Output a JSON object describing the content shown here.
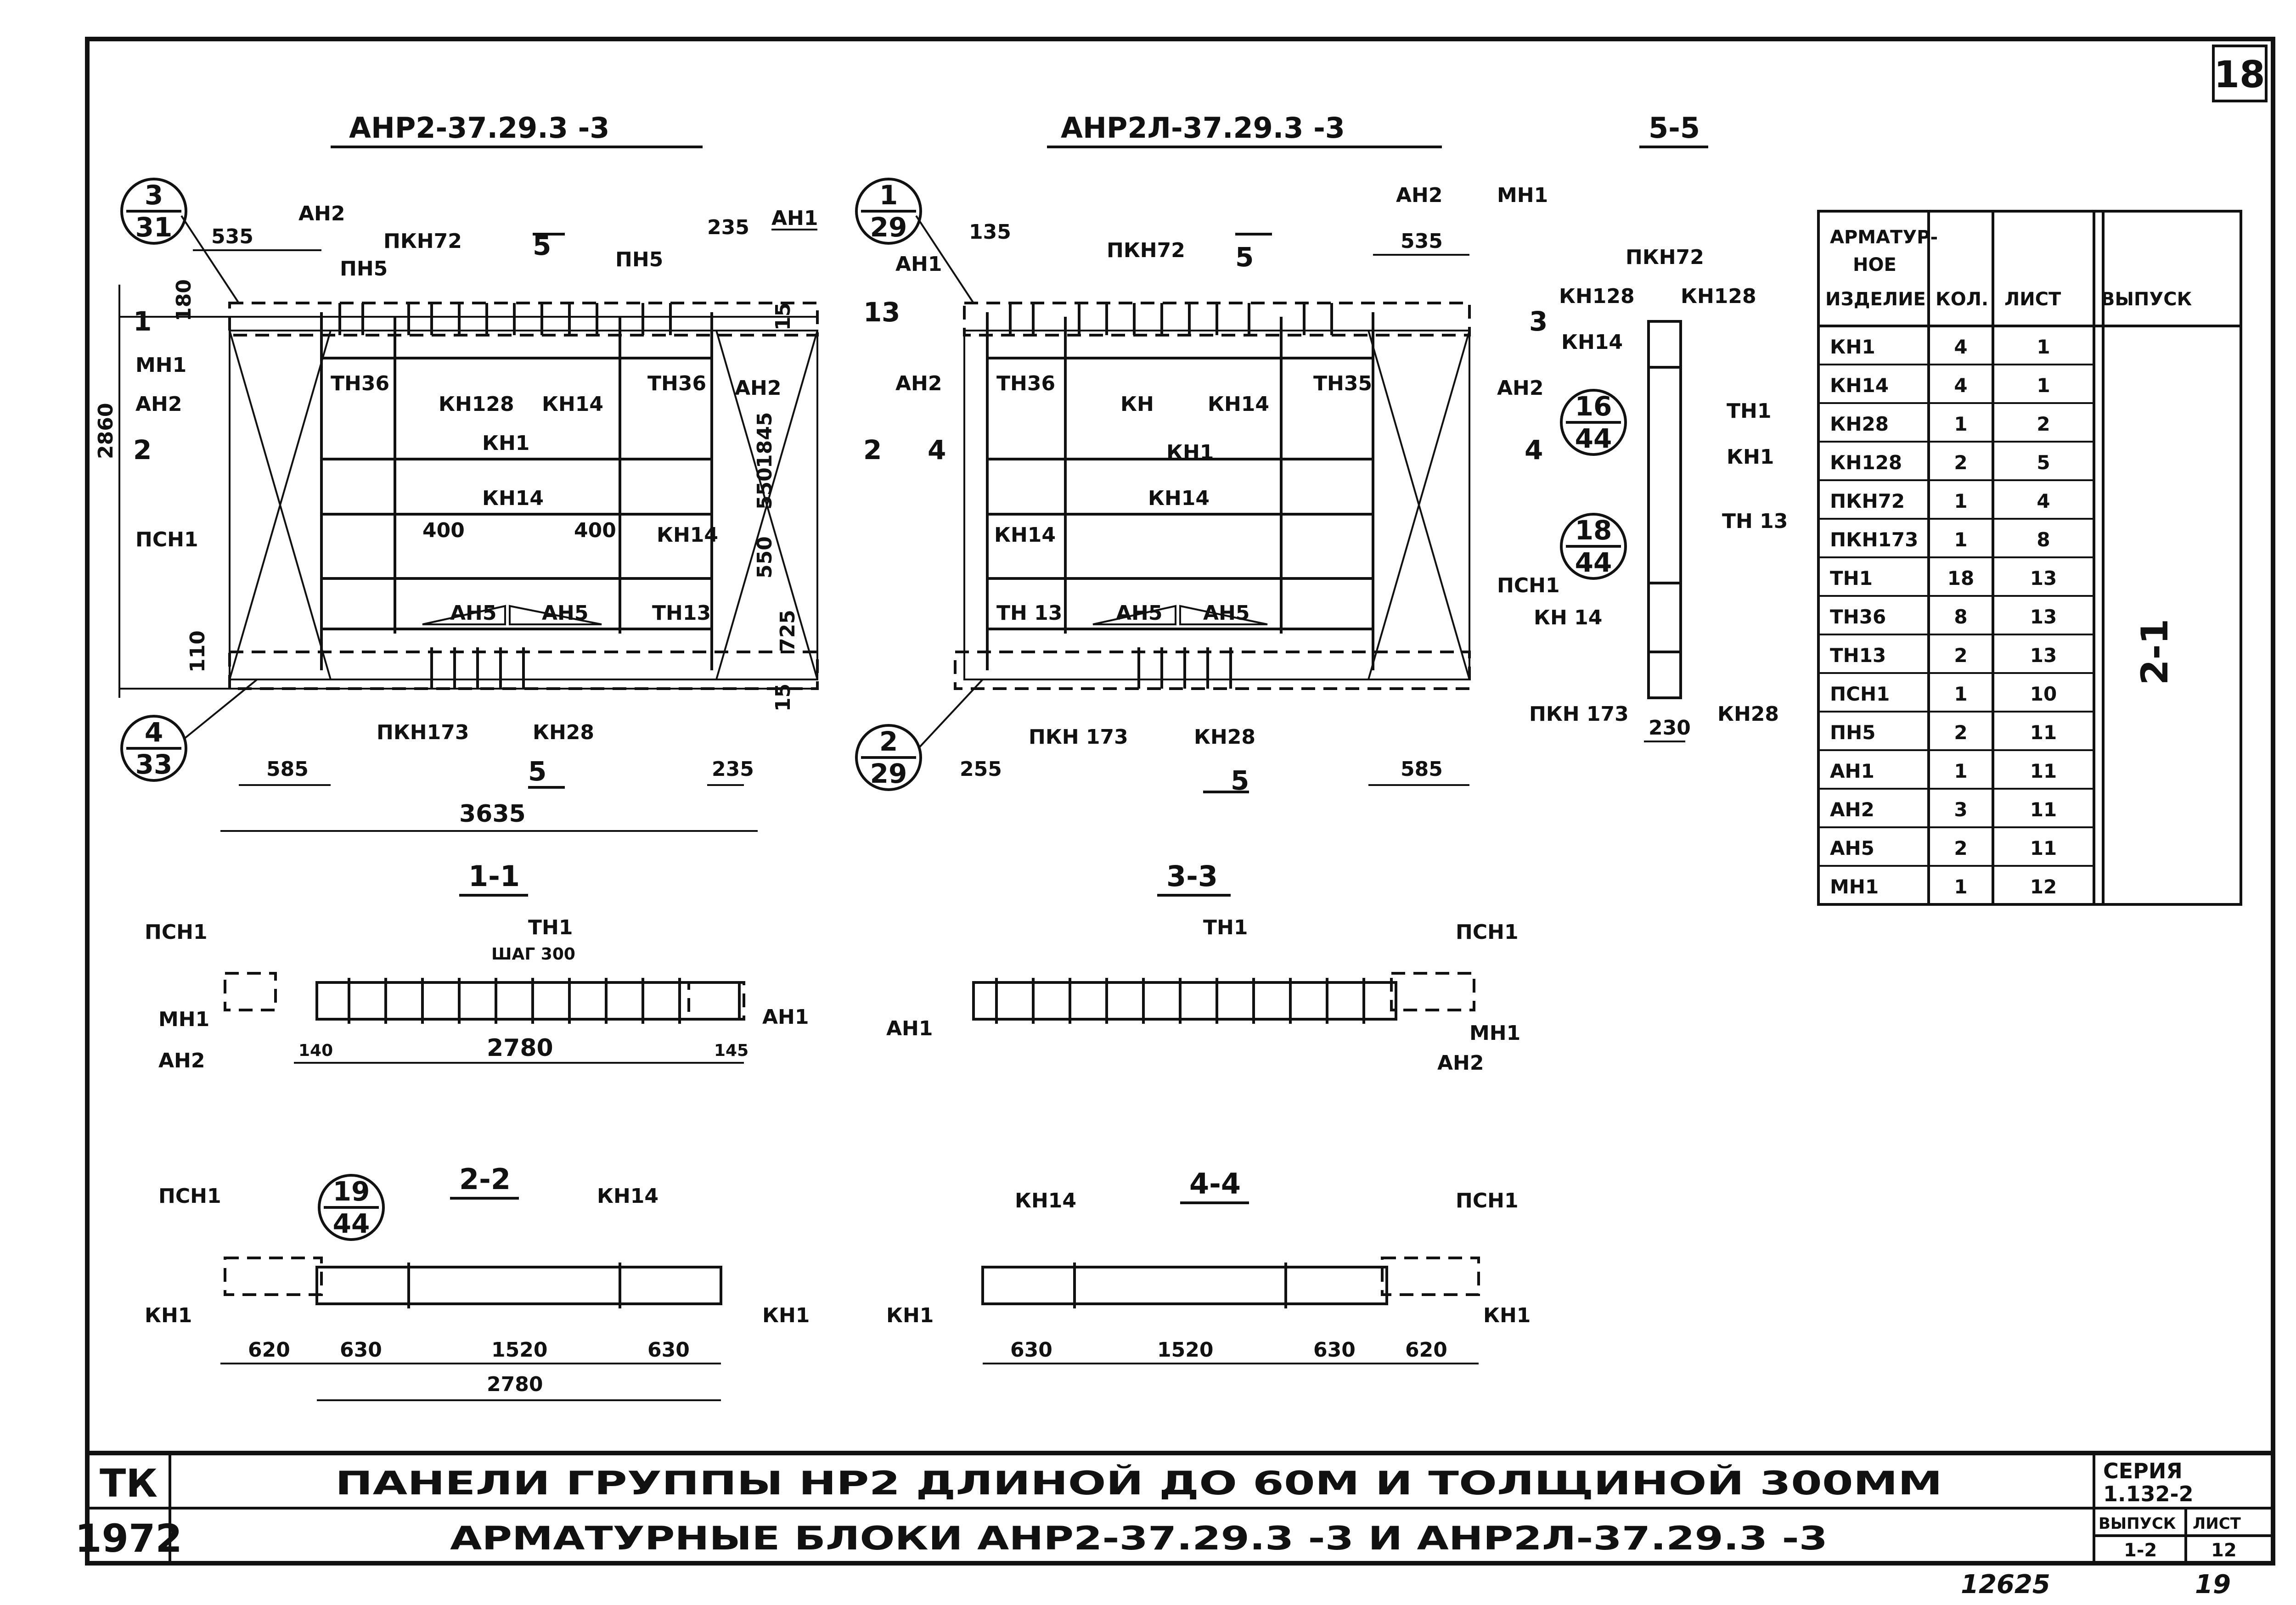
{
  "sheet_number": "18",
  "blocks": {
    "left_title": "АНР2-37.29.3 -3",
    "middle_title": "АНР2Л-37.29.3 -3",
    "section_55": "5-5"
  },
  "callouts": {
    "c1": {
      "top": "3",
      "bottom": "31"
    },
    "c2": {
      "top": "1",
      "bottom": "29"
    },
    "c3": {
      "top": "4",
      "bottom": "33"
    },
    "c4": {
      "top": "2",
      "bottom": "29"
    },
    "c5": {
      "top": "16",
      "bottom": "44"
    },
    "c6": {
      "top": "18",
      "bottom": "44"
    },
    "c7": {
      "top": "19",
      "bottom": "44"
    }
  },
  "left_labels": {
    "ah2_top": "АН2",
    "d535": "535",
    "pkh72": "ПКН72",
    "pn5a": "ПН5",
    "sec5": "5",
    "pn5b": "ПН5",
    "d235": "235",
    "ah1": "АН1",
    "d180": "180",
    "d15a": "15",
    "mh1": "МН1",
    "ah2_left": "АН2",
    "th36a": "ТН36",
    "kh128": "КН128",
    "kh14a": "КН14",
    "th36b": "ТН36",
    "ah2_right": "АН2",
    "kh1": "КН1",
    "d1845": "1845",
    "d550a": "550",
    "d2860": "2860",
    "kh14b": "КН14",
    "d400a": "400",
    "d400b": "400",
    "kh14c": "КН14",
    "d550b": "550",
    "pch1": "ПСН1",
    "ah5a": "АН5",
    "ah5b": "АН5",
    "th13": "ТН13",
    "d725": "725",
    "d110": "110",
    "pkh173": "ПКН173",
    "kh28": "КН28",
    "d15b": "15",
    "d585": "585",
    "d235b": "235",
    "d3635": "3635",
    "s1": "1",
    "s1r": "1",
    "s2": "2",
    "s2r": "2",
    "s5b": "5"
  },
  "middle_labels": {
    "d135": "135",
    "ah1": "АН1",
    "pkh72": "ПКН72",
    "sec5": "5",
    "ah2_top": "АН2",
    "mh1": "МН1",
    "d535": "535",
    "s3": "3",
    "s3r": "3",
    "ah2_left": "АН2",
    "th36a": "ТН36",
    "kh": "КН",
    "kh14a": "КН14",
    "th35": "ТН35",
    "ah2_right": "АН2",
    "s4": "4",
    "s4r": "4",
    "kh1": "КН1",
    "kh14b": "КН14",
    "kh14c": "КН14",
    "th13": "ТН 13",
    "ah5a": "АН5",
    "ah5b": "АН5",
    "pch1": "ПСН1",
    "pkh173": "ПКН 173",
    "kh28": "КН28",
    "d255": "255",
    "s5b": "5",
    "d585": "585"
  },
  "s55_labels": {
    "pkh72": "ПКН72",
    "kh128a": "КН128",
    "kh128b": "КН128",
    "kh14": "КН14",
    "th1a": "ТН1",
    "kh1": "КН1",
    "th13": "ТН 13",
    "kh14b": "КН 14",
    "pkh173": "ПКН 173",
    "kh28": "КН28",
    "d230": "230"
  },
  "sections": {
    "s11": {
      "title": "1-1",
      "pch1": "ПСН1",
      "th1": "ТН1",
      "step": "ШАГ 300",
      "mh1": "МН1",
      "ah2": "АН2",
      "ah1": "АН1",
      "d140": "140",
      "d2780": "2780",
      "d145": "145"
    },
    "s33": {
      "title": "3-3",
      "th1": "ТН1",
      "pch1": "ПСН1",
      "ah1": "АН1",
      "mh1": "МН1",
      "ah2": "АН2"
    },
    "s22": {
      "title": "2-2",
      "pch1": "ПСН1",
      "kh14": "КН14",
      "kh1a": "КН1",
      "kh1b": "КН1",
      "d620": "620",
      "d630a": "630",
      "d1520": "1520",
      "d630b": "630",
      "d2780": "2780"
    },
    "s44": {
      "title": "4-4",
      "kh14": "КН14",
      "pch1": "ПСН1",
      "kh1a": "КН1",
      "kh1b": "КН1",
      "d630a": "630",
      "d1520": "1520",
      "d630b": "630",
      "d620": "620"
    }
  },
  "spec_table": {
    "headers": [
      "АРМАТУР- НОЕ ИЗДЕЛИЕ",
      "КОЛ.",
      "ЛИСТ",
      "ВЫПУСК"
    ],
    "rows": [
      [
        "КН1",
        "4",
        "1"
      ],
      [
        "КН14",
        "4",
        "1"
      ],
      [
        "КН28",
        "1",
        "2"
      ],
      [
        "КН128",
        "2",
        "5"
      ],
      [
        "ПКН72",
        "1",
        "4"
      ],
      [
        "ПКН173",
        "1",
        "8"
      ],
      [
        "ТН1",
        "18",
        "13"
      ],
      [
        "ТН36",
        "8",
        "13"
      ],
      [
        "ТН13",
        "2",
        "13"
      ],
      [
        "ПСН1",
        "1",
        "10"
      ],
      [
        "ПН5",
        "2",
        "11"
      ],
      [
        "АН1",
        "1",
        "11"
      ],
      [
        "АН2",
        "3",
        "11"
      ],
      [
        "АН5",
        "2",
        "11"
      ],
      [
        "МН1",
        "1",
        "12"
      ]
    ],
    "issue": "2-1"
  },
  "title_block": {
    "org": "ТК",
    "year": "1972",
    "line1": "ПАНЕЛИ ГРУППЫ НР2 ДЛИНОЙ ДО 60М И ТОЛЩИНОЙ 300ММ",
    "line2": "АРМАТУРНЫЕ БЛОКИ АНР2-37.29.3 -3 И АНР2Л-37.29.3 -3",
    "series_label": "СЕРИЯ",
    "series_value": "1.132-2",
    "issue_label": "ВЫПУСК",
    "issue_value": "1-2",
    "sheet_label": "ЛИСТ",
    "sheet_value": "12"
  },
  "footer": {
    "inventory": "12625",
    "page": "19"
  }
}
